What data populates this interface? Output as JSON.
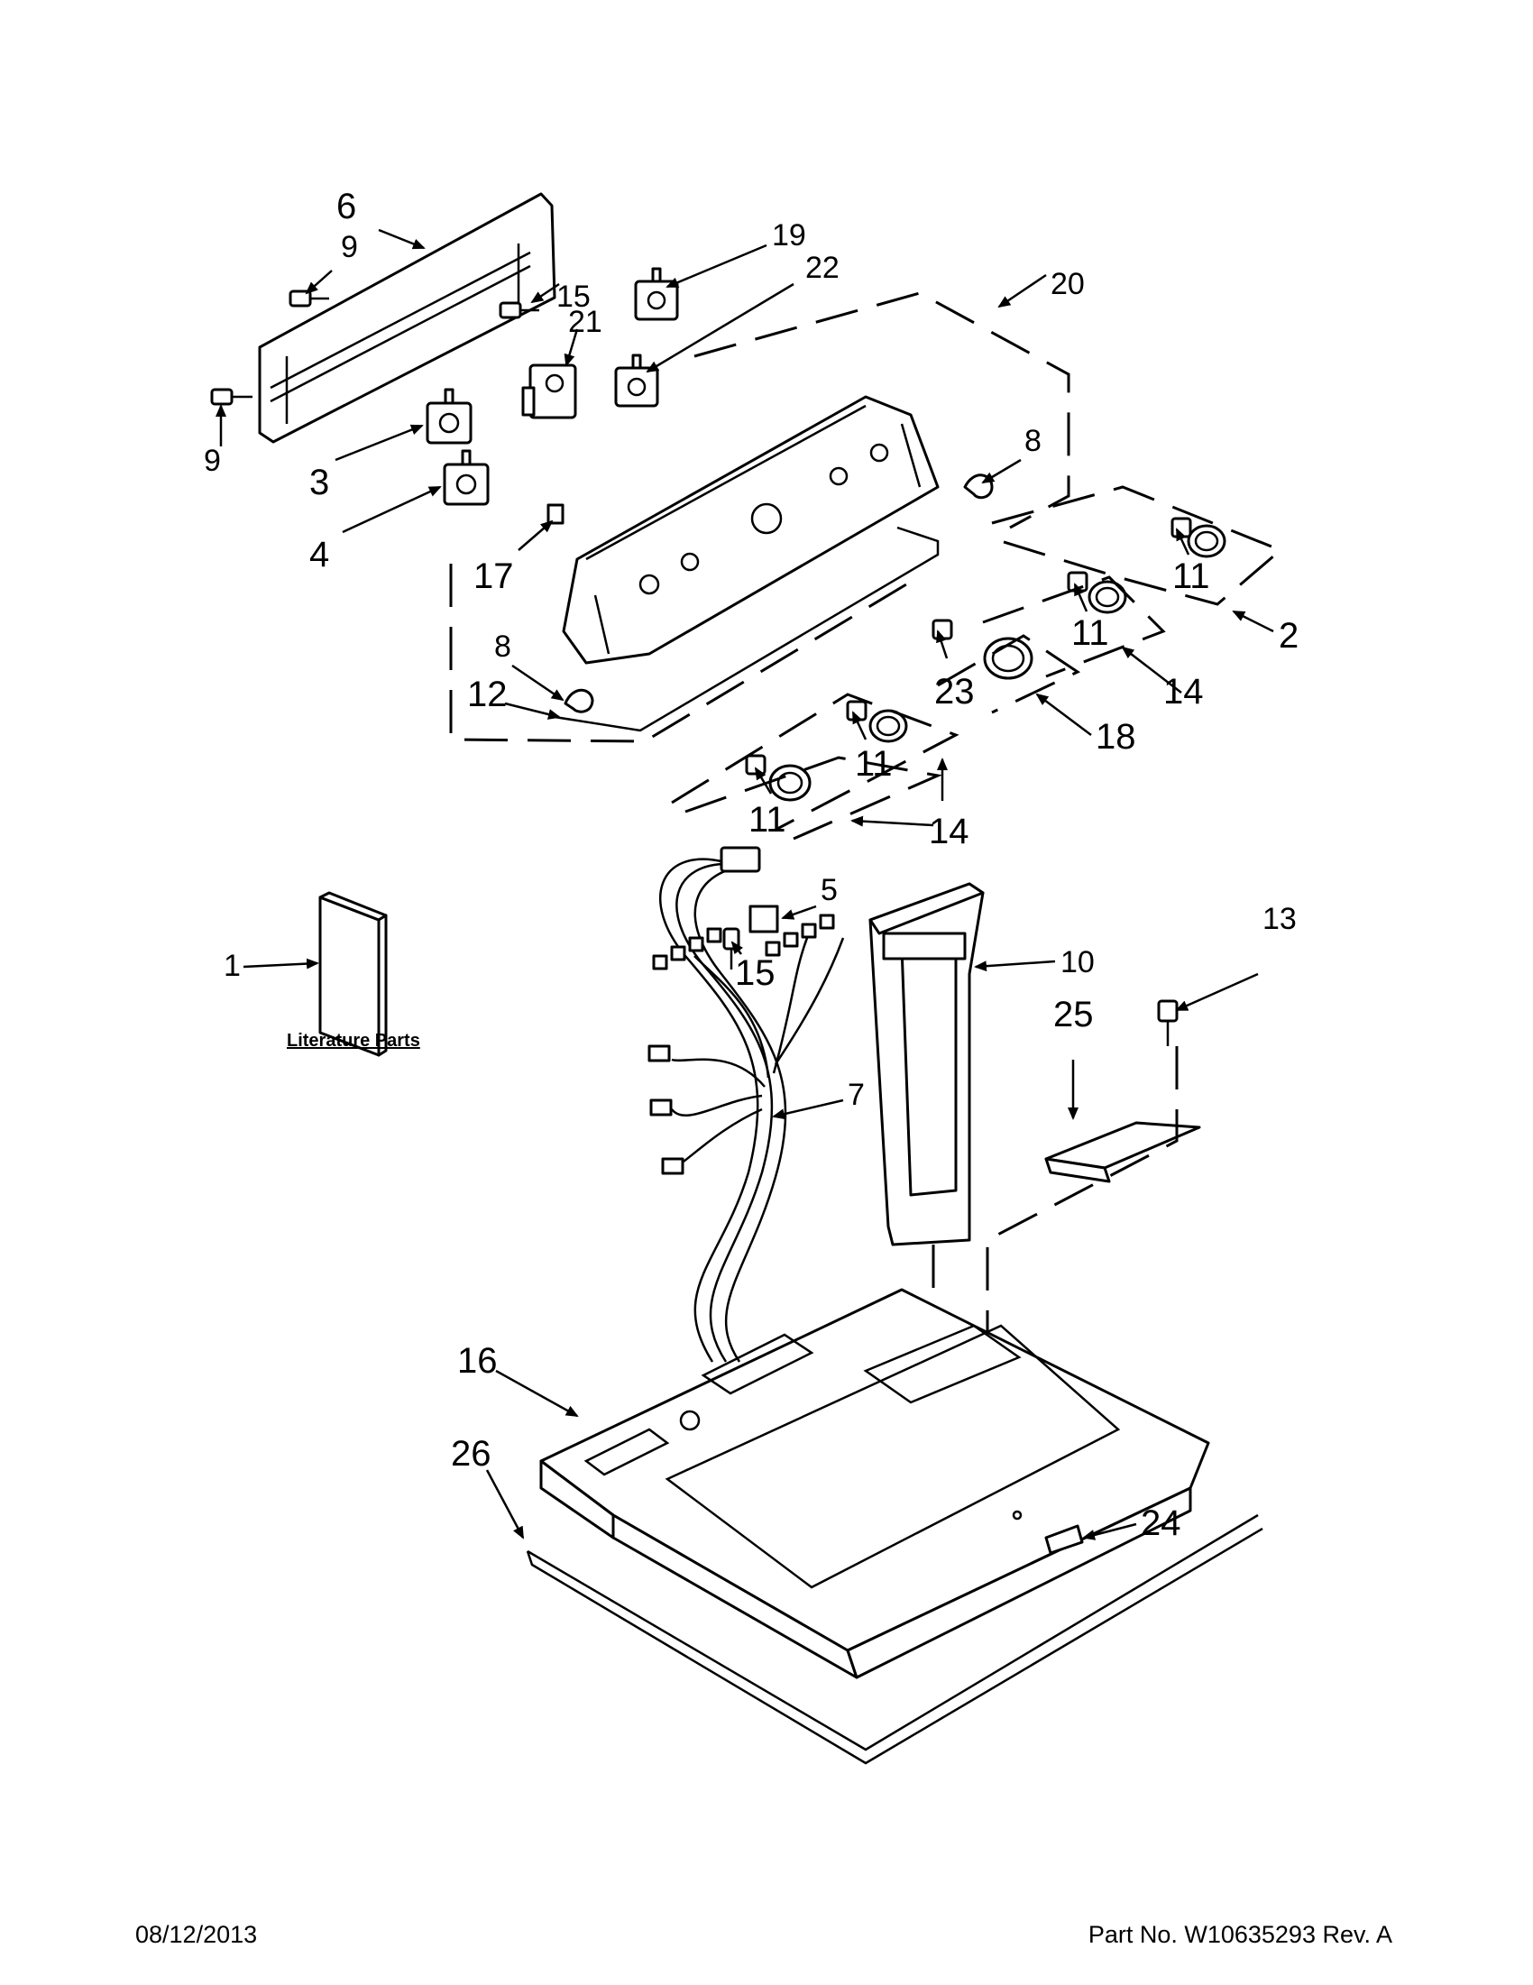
{
  "callouts": {
    "c1": "1",
    "c2": "2",
    "c3": "3",
    "c4": "4",
    "c5": "5",
    "c6": "6",
    "c7": "7",
    "c8a": "8",
    "c8b": "8",
    "c9a": "9",
    "c9b": "9",
    "c10": "10",
    "c11a": "11",
    "c11b": "11",
    "c11c": "11",
    "c11d": "11",
    "c12": "12",
    "c13": "13",
    "c14a": "14",
    "c14b": "14",
    "c15a": "15",
    "c15b": "15",
    "c16": "16",
    "c17": "17",
    "c18": "18",
    "c19": "19",
    "c20": "20",
    "c21": "21",
    "c22": "22",
    "c23": "23",
    "c24": "24",
    "c25": "25",
    "c26": "26"
  },
  "literature_label": "Literature Parts",
  "footer": {
    "date": "08/12/2013",
    "part_number": "Part No.  W10635293  Rev.  A"
  }
}
